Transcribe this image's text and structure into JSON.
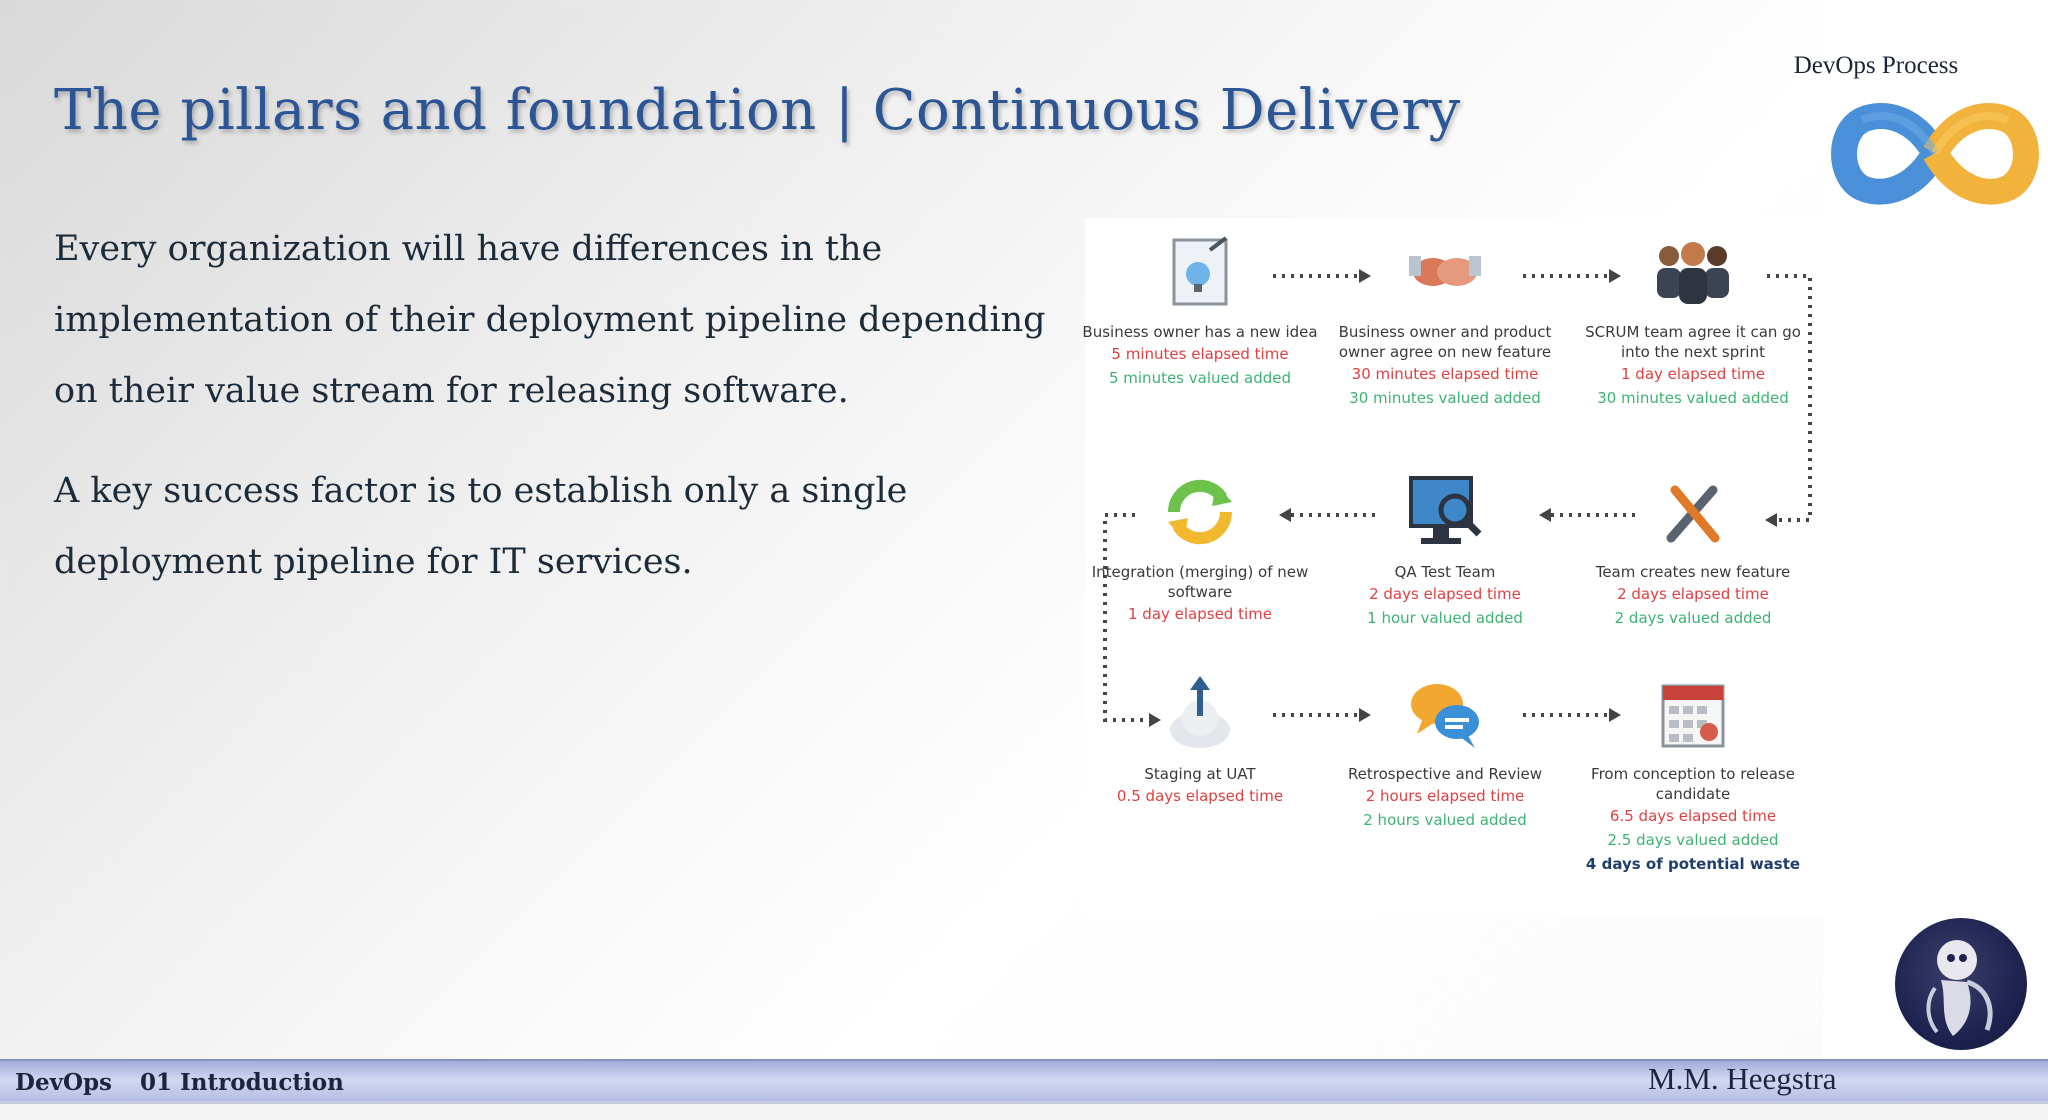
{
  "slide": {
    "title": "The pillars  and foundation | Continuous Delivery",
    "paragraphs": [
      "Every organization will have differences in the implementation of their deployment pipeline depending on their value stream for releasing software.",
      "A key success factor is to establish only a single deployment pipeline for IT services."
    ]
  },
  "corner": {
    "title": "DevOps Process",
    "logo_icon": "devops-infinity-icon"
  },
  "diagram": {
    "nodes": [
      {
        "icon": "idea-document-icon",
        "label": "Business owner has a new idea",
        "elapsed": "5 minutes elapsed time",
        "valued": "5 minutes valued added"
      },
      {
        "icon": "handshake-icon",
        "label": "Business owner and product owner agree on new feature",
        "elapsed": "30 minutes elapsed time",
        "valued": "30 minutes valued added"
      },
      {
        "icon": "team-people-icon",
        "label": "SCRUM team agree it can go into the next sprint",
        "elapsed": "1 day elapsed time",
        "valued": "30 minutes valued added"
      },
      {
        "icon": "wrench-screwdriver-icon",
        "label": "Team creates new feature",
        "elapsed": "2 days elapsed time",
        "valued": "2 days valued added"
      },
      {
        "icon": "monitor-magnifier-icon",
        "label": "QA Test Team",
        "elapsed": "2 days elapsed time",
        "valued": "1 hour valued added"
      },
      {
        "icon": "refresh-arrows-icon",
        "label": "Integration (merging) of new software",
        "elapsed": "1 day elapsed time"
      },
      {
        "icon": "cloud-upload-icon",
        "label": "Staging at UAT",
        "elapsed": "0.5 days elapsed time"
      },
      {
        "icon": "chat-bubbles-icon",
        "label": "Retrospective and Review",
        "elapsed": "2 hours elapsed time",
        "valued": "2 hours valued added"
      },
      {
        "icon": "calendar-icon",
        "label": "From conception to release candidate",
        "elapsed": "6.5 days elapsed time",
        "valued": "2.5 days valued added",
        "waste": "4 days of potential waste"
      }
    ]
  },
  "footer": {
    "course": "DevOps",
    "module": "01 Introduction",
    "author": "M.M. Heegstra"
  },
  "colors": {
    "title": "#2b5594",
    "elapsed": "#e04040",
    "valued": "#3cb371",
    "waste": "#1f3e6e",
    "footer": "#b4bce3"
  }
}
